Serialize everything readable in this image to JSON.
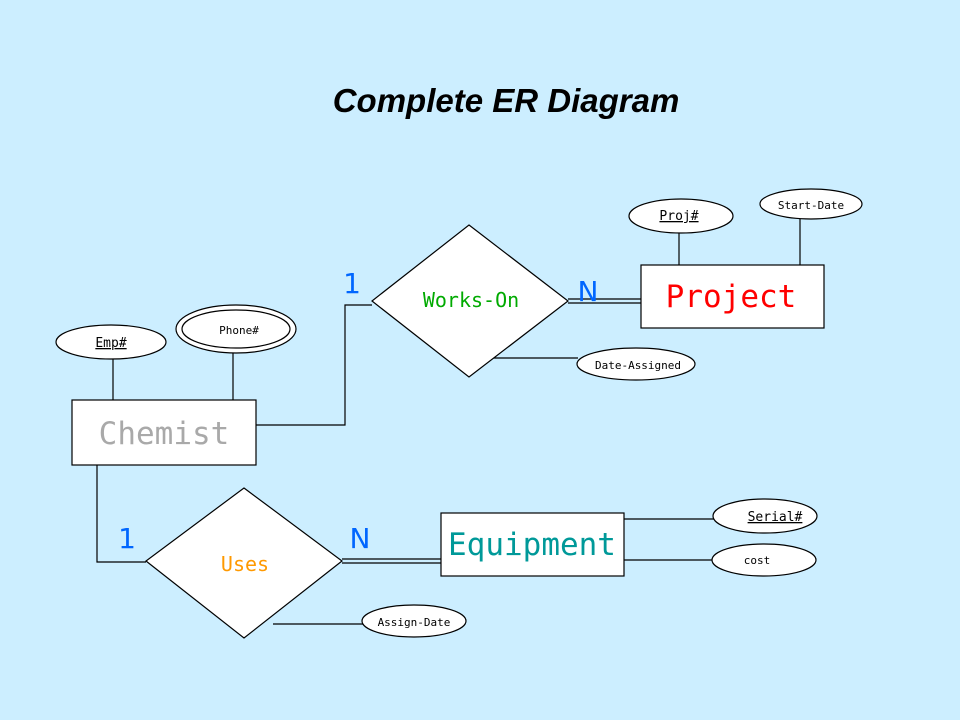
{
  "title": "Complete ER Diagram",
  "colors": {
    "background": "#cceeff",
    "line": "#000000",
    "box_fill": "#ffffff",
    "chemist_label": "#a9a9a9",
    "project_label": "#ff0000",
    "equipment_label": "#009999",
    "works_on_label": "#00aa00",
    "uses_label": "#ff9900",
    "cardinality": "#0066ff"
  },
  "entities": {
    "chemist": "Chemist",
    "project": "Project",
    "equipment": "Equipment"
  },
  "relationships": {
    "works_on": "Works-On",
    "uses": "Uses"
  },
  "attributes": {
    "emp_no": "Emp#",
    "phone_no": "Phone#",
    "proj_no": "Proj#",
    "start_date": "Start-Date",
    "date_assigned": "Date-Assigned",
    "serial_no": "Serial#",
    "cost": "cost",
    "assign_date": "Assign-Date"
  },
  "cardinalities": {
    "works_on_chemist": "1",
    "works_on_project": "N",
    "uses_chemist": "1",
    "uses_equipment": "N"
  }
}
